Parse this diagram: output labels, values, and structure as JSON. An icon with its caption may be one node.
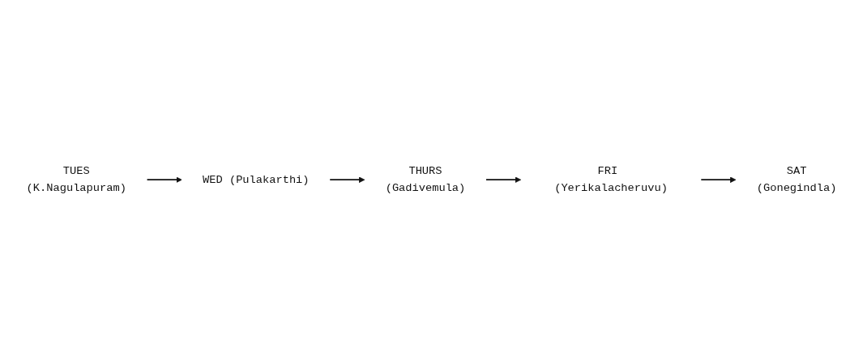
{
  "diagram": {
    "nodes": [
      {
        "text": [
          "TUES",
          "(K.Nagulapuram)"
        ]
      },
      {
        "text": [
          "WED (Pulakarthi)"
        ]
      },
      {
        "text": [
          "THURS",
          "(Gadivemula)"
        ]
      },
      {
        "text": [
          "FRI (Yerikalacheruvu)"
        ]
      },
      {
        "text": [
          "SAT",
          "(Gonegindla)"
        ]
      }
    ],
    "edges": [
      {
        "from": 0,
        "to": 1,
        "arrow": "to"
      },
      {
        "from": 1,
        "to": 2,
        "arrow": "to"
      },
      {
        "from": 2,
        "to": 3,
        "arrow": "to"
      },
      {
        "from": 3,
        "to": 4,
        "arrow": "to"
      }
    ]
  }
}
